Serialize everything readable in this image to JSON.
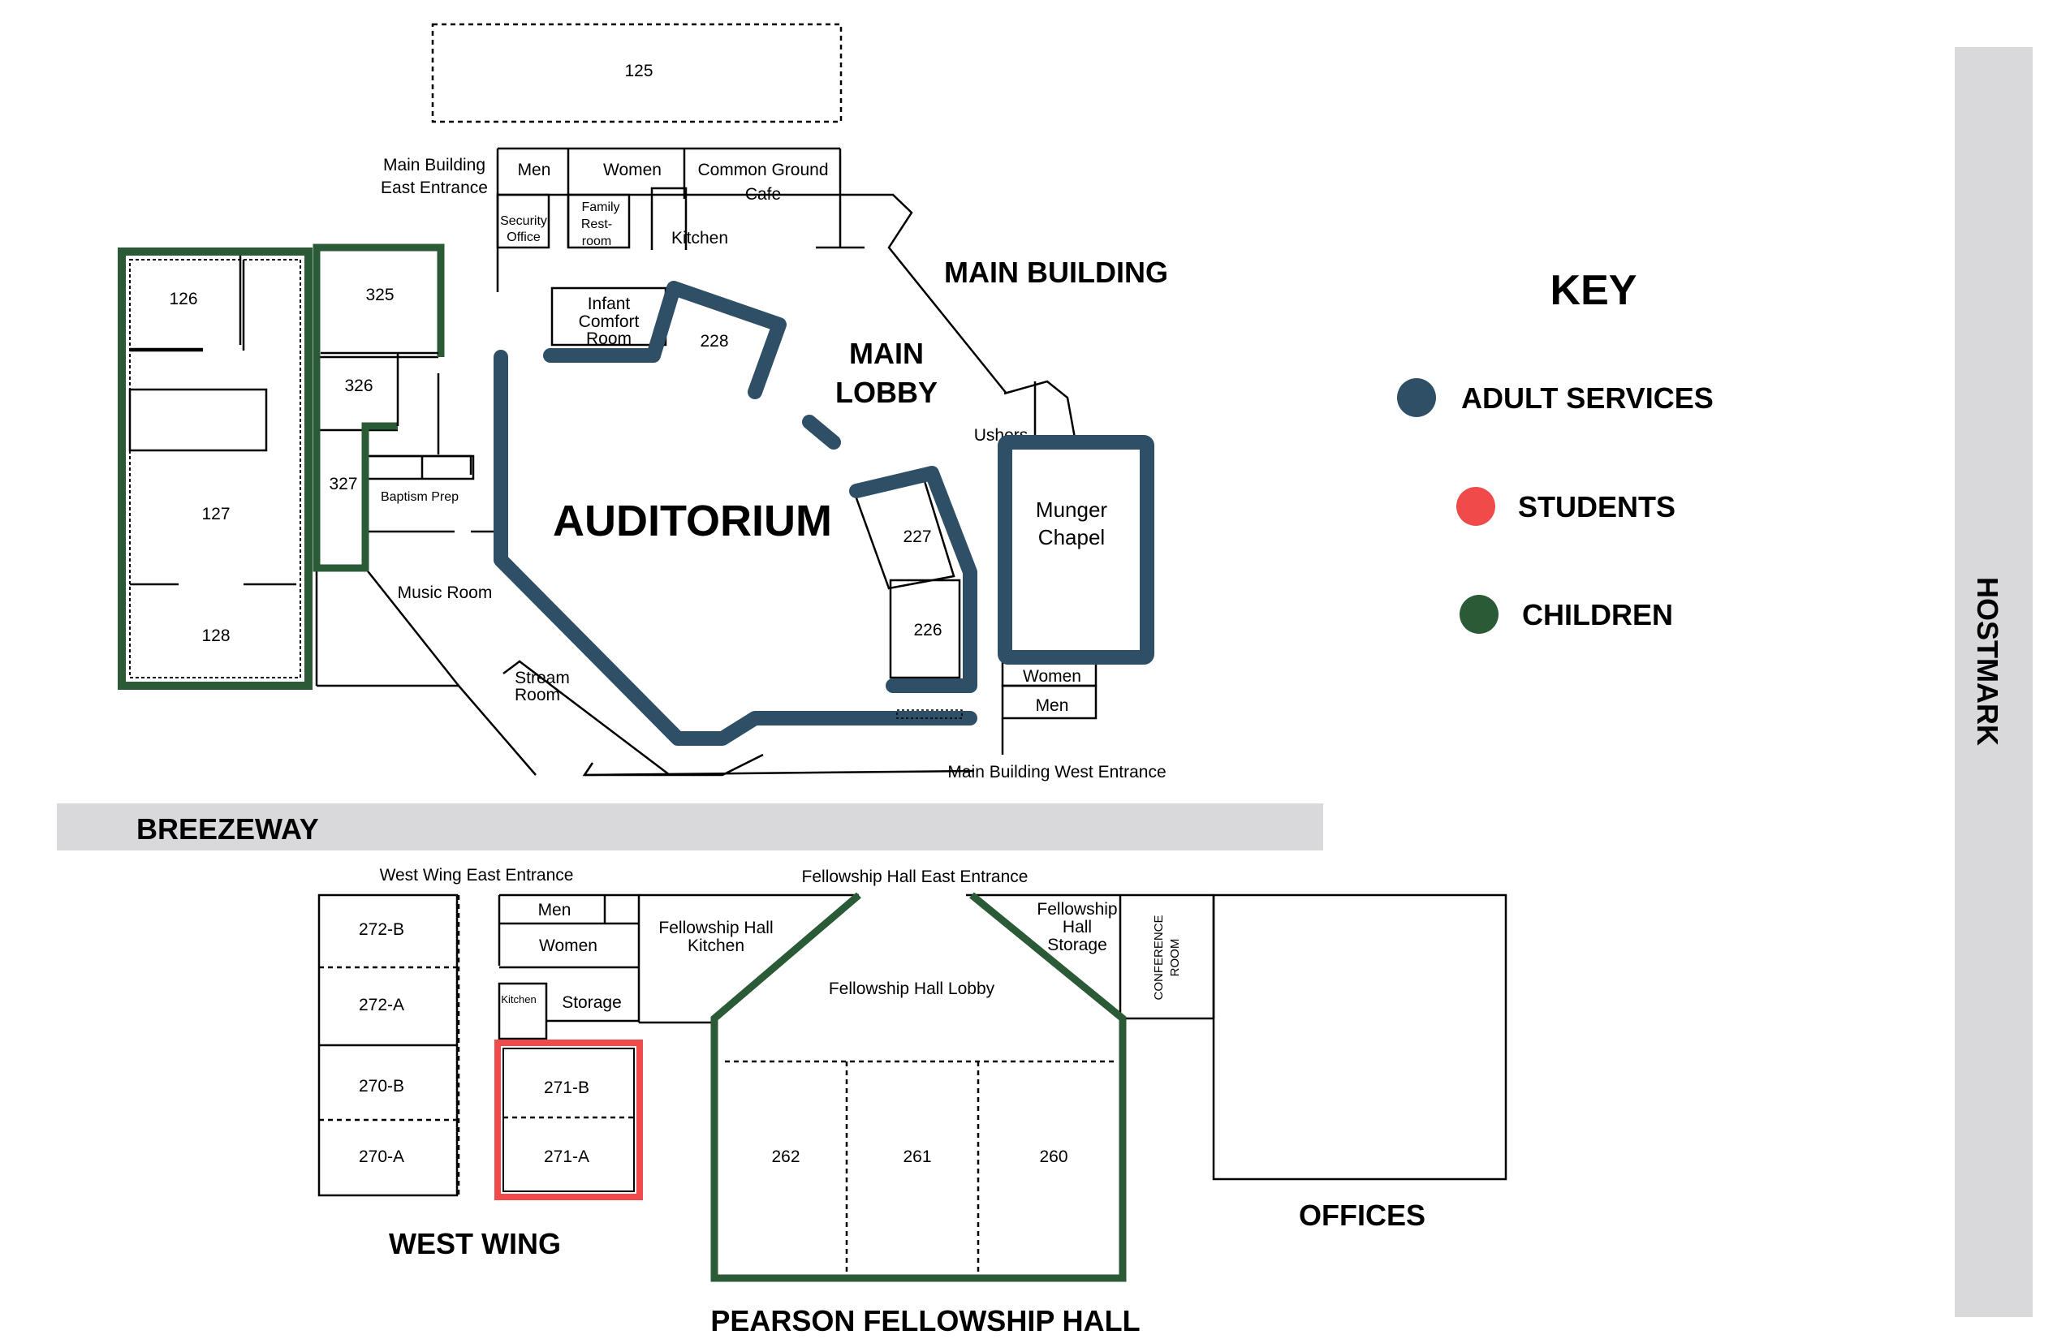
{
  "colors": {
    "adult": "#2e4f66",
    "students": "#f04a4a",
    "children": "#2a5a36",
    "road": "#d9d9db"
  },
  "key": {
    "title": "KEY",
    "items": [
      {
        "label": "ADULT SERVICES",
        "color": "#2e4f66"
      },
      {
        "label": "STUDENTS",
        "color": "#f04a4a"
      },
      {
        "label": "CHILDREN",
        "color": "#2a5a36"
      }
    ]
  },
  "roads": {
    "hostmark": "HOSTMARK",
    "breezeway": "BREEZEWAY"
  },
  "main_building": {
    "title": "MAIN BUILDING",
    "lobby_line1": "MAIN",
    "lobby_line2": "LOBBY",
    "auditorium": "AUDITORIUM",
    "east_entrance_line1": "Main Building",
    "east_entrance_line2": "East Entrance",
    "west_entrance": "Main Building West Entrance",
    "men": "Men",
    "women": "Women",
    "cafe_line1": "Common Ground",
    "cafe_line2": "Cafe",
    "security_line1": "Security",
    "security_line2": "Office",
    "family_line1": "Family",
    "family_line2": "Rest-",
    "family_line3": "room",
    "kitchen": "Kitchen",
    "infant_line1": "Infant",
    "infant_line2": "Comfort",
    "infant_line3": "Room",
    "room_228": "228",
    "room_227": "227",
    "room_226": "226",
    "ushers": "Ushers",
    "chapel_line1": "Munger",
    "chapel_line2": "Chapel",
    "women_west": "Women",
    "men_west": "Men",
    "baptism": "Baptism Prep",
    "music": "Music Room",
    "stream_line1": "Stream",
    "stream_line2": "Room",
    "room_125": "125",
    "room_126": "126",
    "room_127": "127",
    "room_128": "128",
    "room_325": "325",
    "room_326": "326",
    "room_327": "327"
  },
  "west_wing": {
    "title": "WEST WING",
    "entrance": "West Wing East Entrance",
    "rooms": [
      "272-B",
      "272-A",
      "270-B",
      "270-A",
      "271-B",
      "271-A"
    ],
    "men": "Men",
    "women": "Women",
    "kitchen": "Kitchen",
    "storage": "Storage"
  },
  "fellowship": {
    "title": "PEARSON FELLOWSHIP HALL",
    "entrance": "Fellowship Hall East Entrance",
    "kitchen_line1": "Fellowship Hall",
    "kitchen_line2": "Kitchen",
    "storage_line1": "Fellowship",
    "storage_line2": "Hall",
    "storage_line3": "Storage",
    "lobby": "Fellowship Hall Lobby",
    "conference_line1": "CONFERENCE",
    "conference_line2": "ROOM",
    "rooms": [
      "262",
      "261",
      "260"
    ]
  },
  "offices": {
    "title": "OFFICES"
  }
}
